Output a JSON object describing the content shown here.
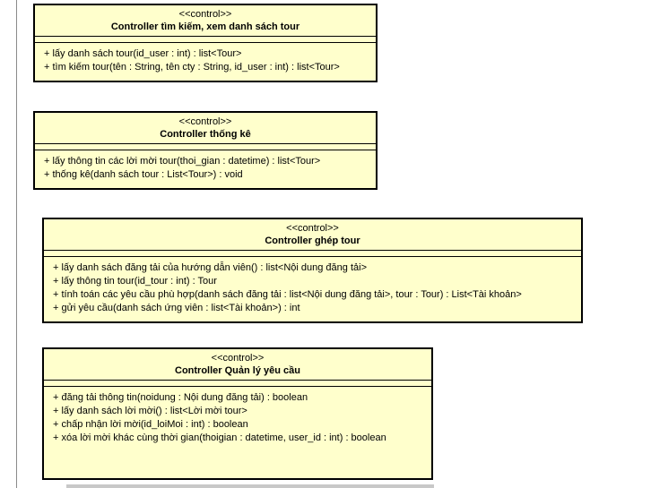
{
  "classes": [
    {
      "stereotype": "<<control>>",
      "name": "Controller tìm kiếm, xem danh sách tour",
      "operations": [
        "+ lấy danh sách tour(id_user : int) : list<Tour>",
        "+ tìm kiếm tour(tên : String, tên cty : String, id_user : int) : list<Tour>"
      ]
    },
    {
      "stereotype": "<<control>>",
      "name": "Controller thống kê",
      "operations": [
        "+ lấy thông tin các lời mời tour(thoi_gian : datetime) : list<Tour>",
        "+ thống kê(danh sách tour : List<Tour>) : void"
      ]
    },
    {
      "stereotype": "<<control>>",
      "name": "Controller ghép tour",
      "operations": [
        "+ lấy danh sách đăng tải của hướng dẫn viên() : list<Nội dung đăng tải>",
        "+ lấy thông tin tour(id_tour : int) : Tour",
        "+ tính toán các yêu cầu phù hợp(danh sách đăng tải : list<Nội dung đăng tải>, tour : Tour) : List<Tài khoản>",
        "+ gửi yêu cầu(danh sách ứng viên : list<Tài khoản>) : int"
      ]
    },
    {
      "stereotype": "<<control>>",
      "name": "Controller Quản lý yêu cầu",
      "operations": [
        "+ đăng tải thông tin(noidung : Nội dung đăng tải) : boolean",
        "+ lấy danh sách lời mời() : list<Lời mời tour>",
        "+ chấp nhận lời mời(id_loiMoi : int) : boolean",
        "+ xóa lời mời khác cùng thời gian(thoigian : datetime, user_id : int) : boolean"
      ]
    }
  ]
}
